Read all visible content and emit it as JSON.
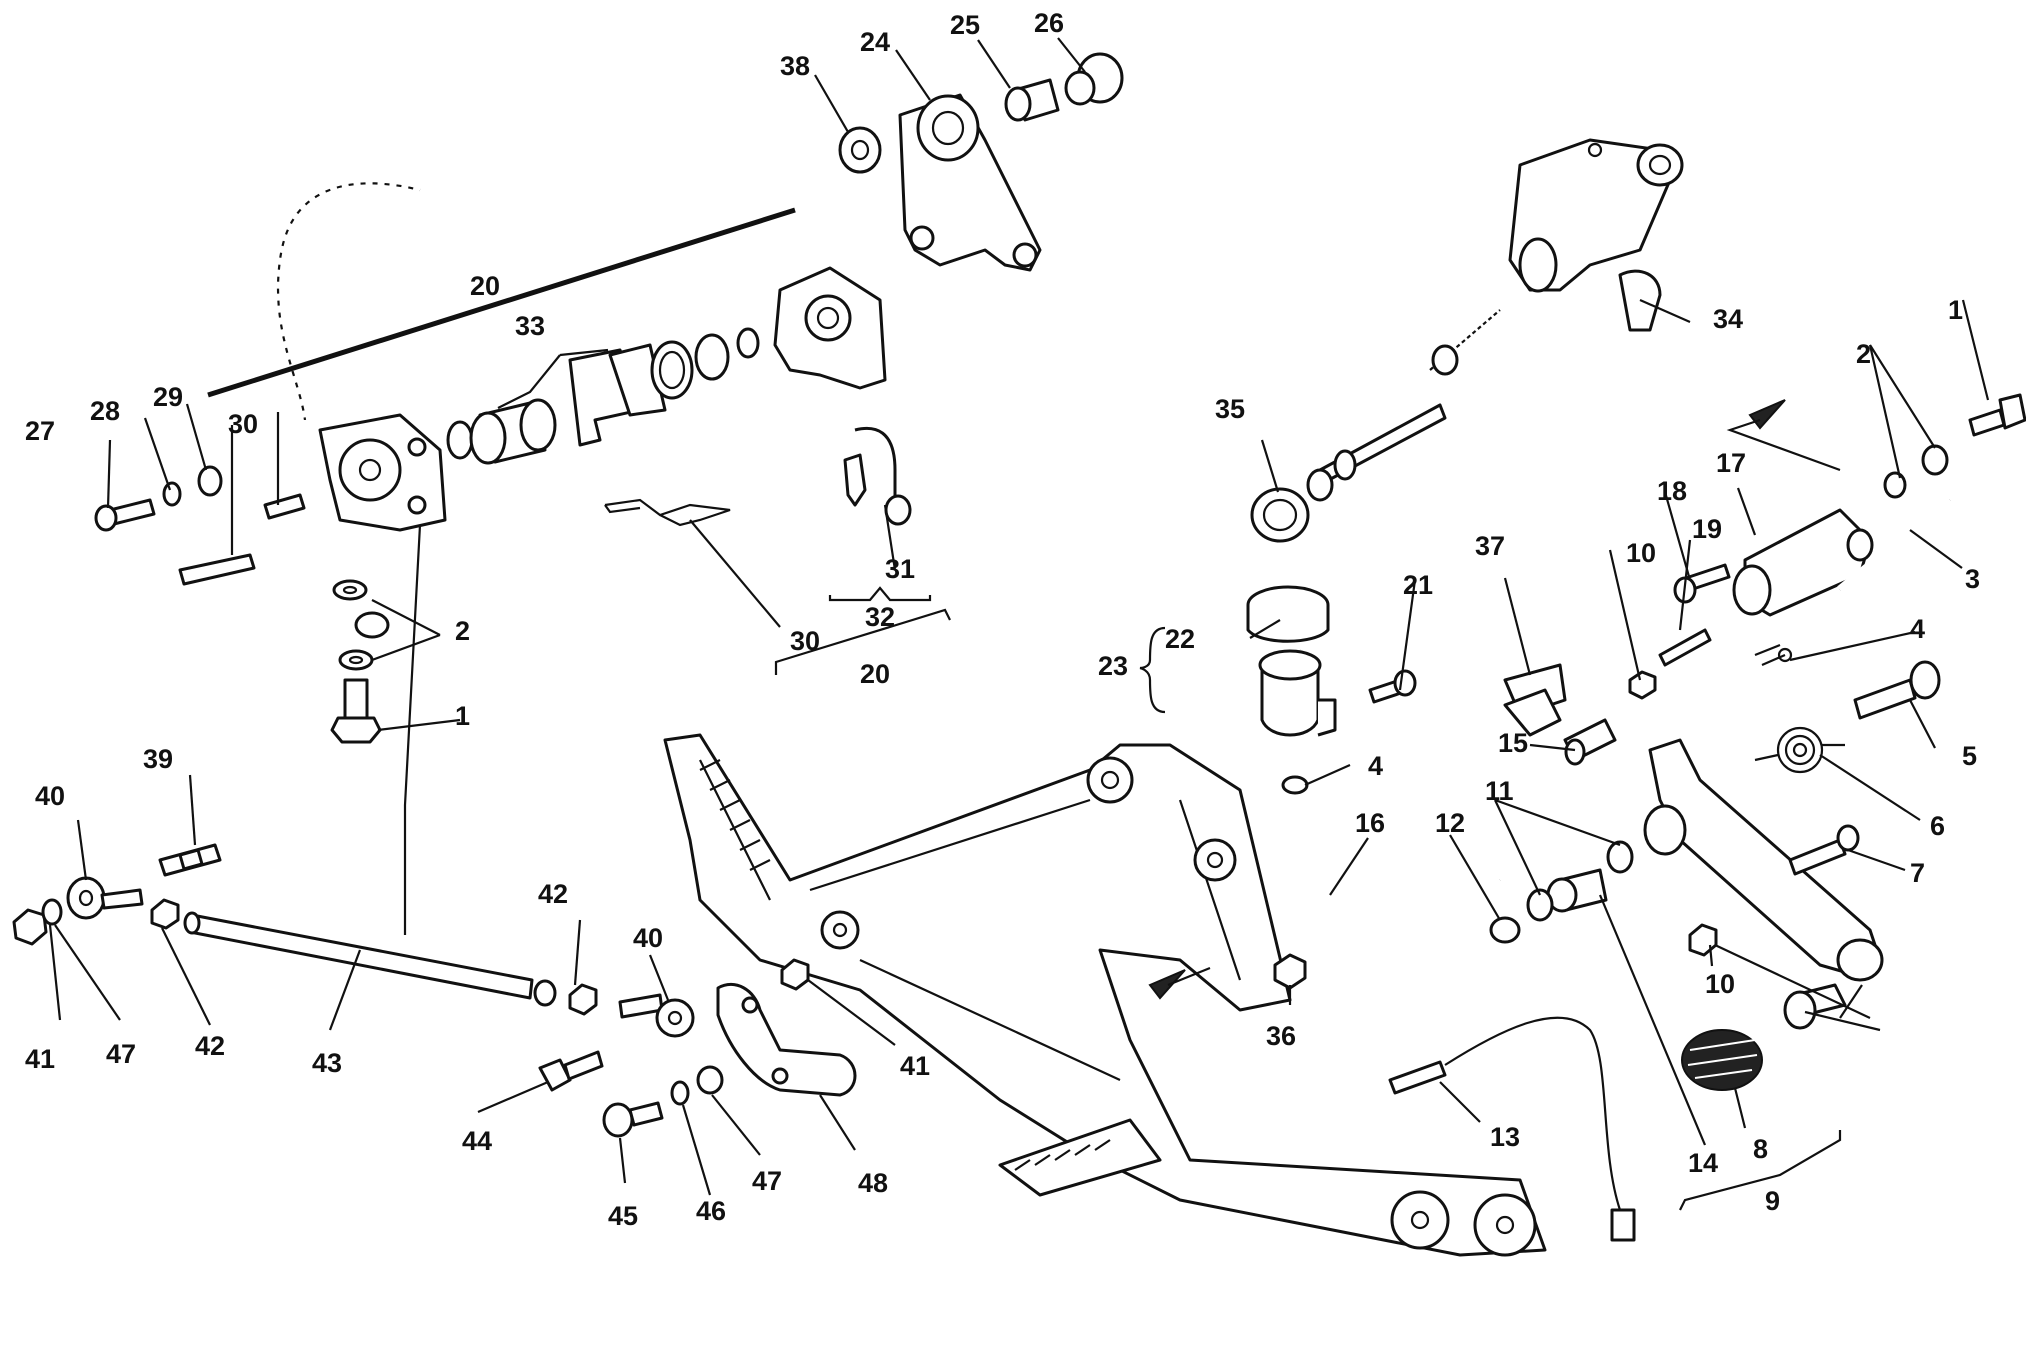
{
  "diagram": {
    "callouts": {
      "c1a": "1",
      "c1b": "1",
      "c2a": "2",
      "c2b": "2",
      "c3": "3",
      "c4a": "4",
      "c4b": "4",
      "c5": "5",
      "c6": "6",
      "c7": "7",
      "c8": "8",
      "c9": "9",
      "c10a": "10",
      "c10b": "10",
      "c11": "11",
      "c12": "12",
      "c13": "13",
      "c14": "14",
      "c15": "15",
      "c16": "16",
      "c17": "17",
      "c18": "18",
      "c19": "19",
      "c20a": "20",
      "c20b": "20",
      "c21": "21",
      "c22": "22",
      "c23": "23",
      "c24": "24",
      "c25": "25",
      "c26": "26",
      "c27": "27",
      "c28": "28",
      "c29": "29",
      "c30a": "30",
      "c30b": "30",
      "c31": "31",
      "c32": "32",
      "c33": "33",
      "c34": "34",
      "c35": "35",
      "c36": "36",
      "c37": "37",
      "c38": "38",
      "c39": "39",
      "c40a": "40",
      "c40b": "40",
      "c41a": "41",
      "c41b": "41",
      "c42a": "42",
      "c42b": "42",
      "c43": "43",
      "c44": "44",
      "c45": "45",
      "c46": "46",
      "c47a": "47",
      "c47b": "47",
      "c48": "48"
    }
  }
}
